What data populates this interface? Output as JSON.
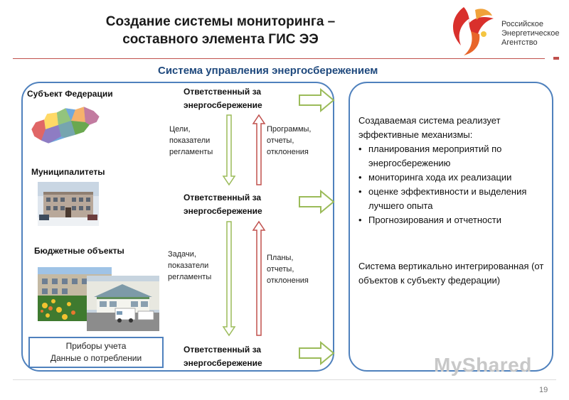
{
  "header": {
    "title_line1": "Создание системы мониторинга –",
    "title_line2": "составного элемента ГИС ЭЭ",
    "logo_line1": "Российское",
    "logo_line2": "Энергетическое",
    "logo_line3": "Агентство"
  },
  "subtitle": "Система управления энергосбережением",
  "left": {
    "subject_label": "Субъект Федерации",
    "municipal_label": "Муниципалитеты",
    "budget_label": "Бюджетные объекты",
    "devices_line1": "Приборы учета",
    "devices_line2": "Данные о потреблении"
  },
  "responsible": [
    {
      "line1": "Ответственный  за",
      "line2": "энергосбережение"
    },
    {
      "line1": "Ответственный  за",
      "line2": "энергосбережение"
    },
    {
      "line1": "Ответственный  за",
      "line2": "энергосбережение"
    }
  ],
  "flows": {
    "down1": [
      "Цели,",
      "показатели",
      "регламенты"
    ],
    "up1": [
      "Программы,",
      " отчеты,",
      "отклонения"
    ],
    "down2": [
      "Задачи,",
      "показатели",
      "регламенты"
    ],
    "up2": [
      "Планы,",
      " отчеты,",
      "отклонения"
    ]
  },
  "right": {
    "intro": "Создаваемая система реализует эффективные механизмы:",
    "items": [
      "планирования мероприятий по энергосбережению",
      "мониторинга хода их реализации",
      "оценке эффективности и выделения лучшего опыта",
      "Прогнозирования и отчетности"
    ],
    "summary": "Система вертикально интегрированная (от объектов к субъекту федерации)"
  },
  "page_number": "19",
  "watermark": "MyShared",
  "colors": {
    "accent_blue": "#4f81bd",
    "title_blue": "#1f497d",
    "arrow_green": "#9bbb59",
    "arrow_red": "#c0504d"
  }
}
